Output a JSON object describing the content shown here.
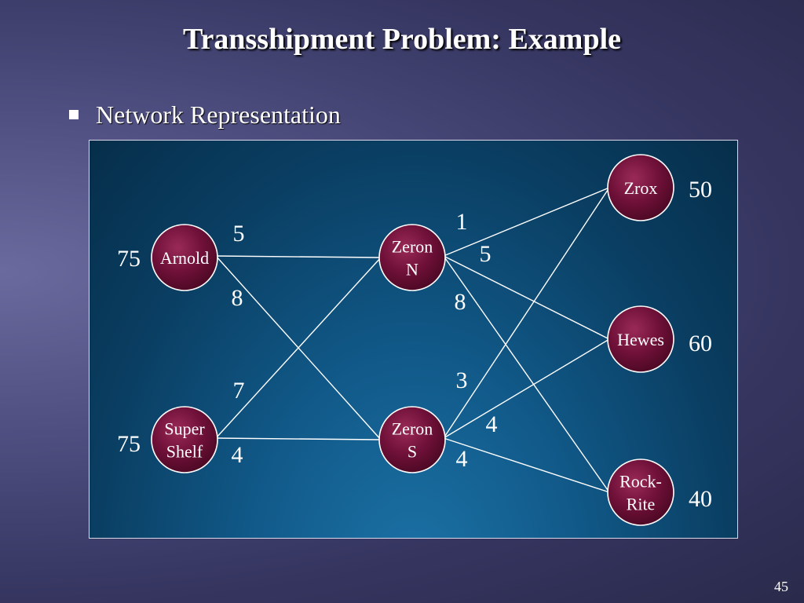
{
  "slide": {
    "title": "Transshipment Problem:  Example",
    "bullet": "Network Representation",
    "page_number": "45"
  },
  "diagram": {
    "nodes": [
      {
        "id": "arnold",
        "lines": [
          "Arnold"
        ]
      },
      {
        "id": "supershelf",
        "lines": [
          "Super",
          "Shelf"
        ]
      },
      {
        "id": "zeronn",
        "lines": [
          "Zeron",
          "N"
        ]
      },
      {
        "id": "zerons",
        "lines": [
          "Zeron",
          "S"
        ]
      },
      {
        "id": "zrox",
        "lines": [
          "Zrox"
        ]
      },
      {
        "id": "hewes",
        "lines": [
          "Hewes"
        ]
      },
      {
        "id": "rockrite",
        "lines": [
          "Rock-",
          "Rite"
        ]
      }
    ],
    "supplies": [
      {
        "node": "arnold",
        "value": "75"
      },
      {
        "node": "supershelf",
        "value": "75"
      }
    ],
    "demands": [
      {
        "node": "zrox",
        "value": "50"
      },
      {
        "node": "hewes",
        "value": "60"
      },
      {
        "node": "rockrite",
        "value": "40"
      }
    ],
    "edges": [
      {
        "from": "arnold",
        "to": "zeronn",
        "cost": "5"
      },
      {
        "from": "arnold",
        "to": "zerons",
        "cost": "8"
      },
      {
        "from": "supershelf",
        "to": "zeronn",
        "cost": "7"
      },
      {
        "from": "supershelf",
        "to": "zerons",
        "cost": "4"
      },
      {
        "from": "zeronn",
        "to": "zrox",
        "cost": "1"
      },
      {
        "from": "zeronn",
        "to": "hewes",
        "cost": "5"
      },
      {
        "from": "zeronn",
        "to": "rockrite",
        "cost": "8"
      },
      {
        "from": "zerons",
        "to": "zrox",
        "cost": "3"
      },
      {
        "from": "zerons",
        "to": "hewes",
        "cost": "4"
      },
      {
        "from": "zerons",
        "to": "rockrite",
        "cost": "4"
      }
    ],
    "colors": {
      "node_fill": "#6e1038",
      "node_stroke": "#ffffff",
      "edge": "#ffffff"
    }
  }
}
